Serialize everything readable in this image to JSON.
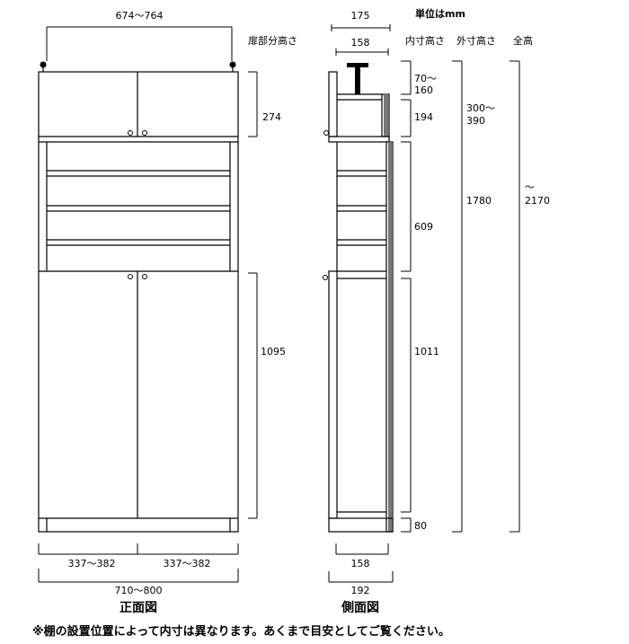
{
  "unit_label": "単位はmm",
  "headers": {
    "door_height": "扉部分高さ",
    "inner_height": "内寸高さ",
    "outer_height": "外寸高さ",
    "total_height": "全高"
  },
  "front": {
    "top_width": "674〜764",
    "upper_door_height": "274",
    "lower_door_height": "1095",
    "left_door_width": "337〜382",
    "right_door_width": "337〜382",
    "overall_width": "710〜800",
    "view_title": "正面図"
  },
  "side": {
    "outer_depth_top": "175",
    "inner_depth_top": "158",
    "inner_depth_bottom": "158",
    "outer_depth_bottom": "192",
    "view_title": "側面図"
  },
  "inner_heights": {
    "top_gap_line1": "70〜",
    "top_gap_line2": "160",
    "upper_cabinet": "194",
    "open_shelf": "609",
    "lower_cabinet": "1011",
    "base": "80"
  },
  "outer_heights": {
    "upper_line1": "300〜",
    "upper_line2": "390",
    "lower": "1780"
  },
  "total_height": {
    "line1": "〜",
    "line2": "2170"
  },
  "footnote": "※棚の設置位置によって内寸は異なります。あくまで目安としてご覧ください。"
}
